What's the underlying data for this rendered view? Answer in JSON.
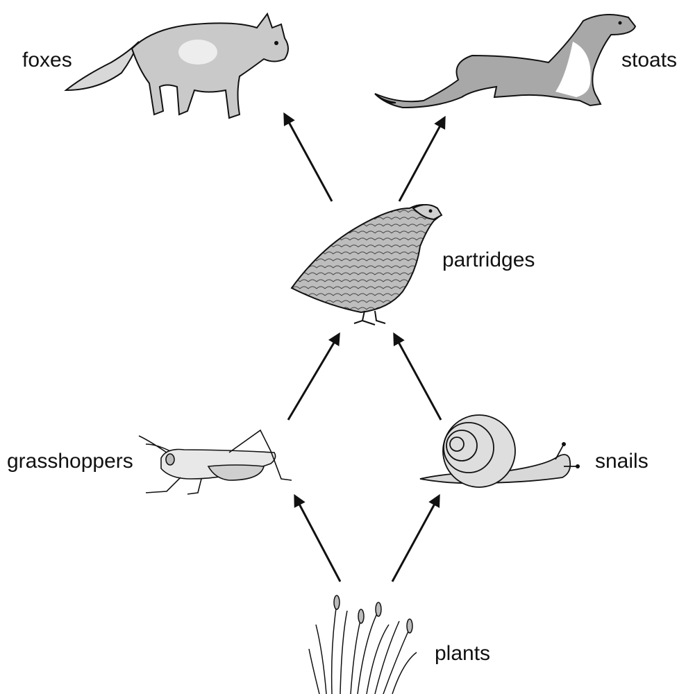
{
  "organisms": {
    "foxes": "foxes",
    "stoats": "stoats",
    "partridges": "partridges",
    "grasshoppers": "grasshoppers",
    "snails": "snails",
    "plants": "plants"
  },
  "colors": {
    "ink": "#111111",
    "fur_light": "#c9c9c9",
    "fur_mid": "#9a9a9a",
    "white": "#ffffff"
  }
}
